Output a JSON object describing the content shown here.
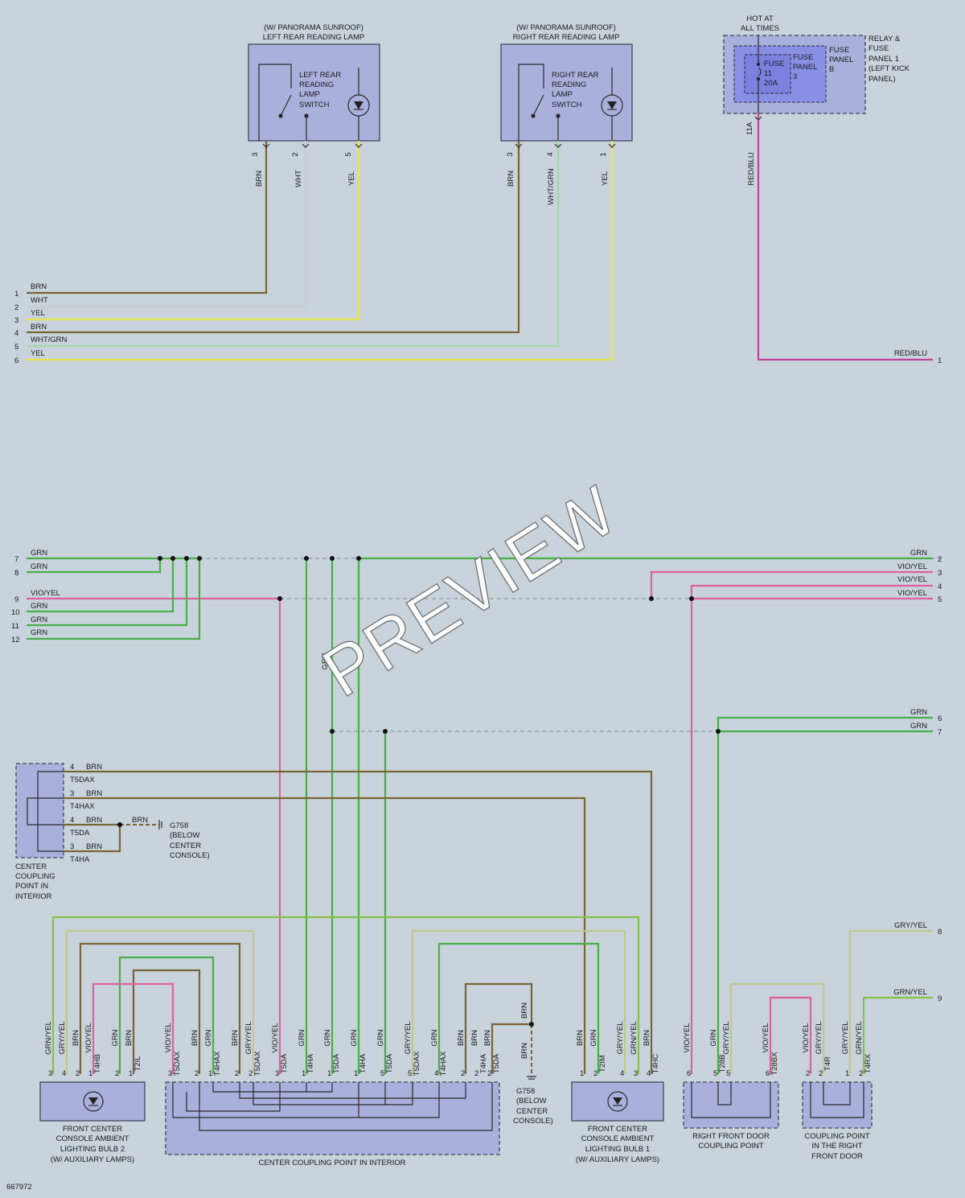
{
  "watermark": "PREVIEW",
  "diagram_id": "667972",
  "components": {
    "left_lamp": {
      "title1": "(W/ PANORAMA SUNROOF)",
      "title2": "LEFT REAR READING LAMP",
      "switch": [
        "LEFT REAR",
        "READING",
        "LAMP",
        "SWITCH"
      ]
    },
    "right_lamp": {
      "title1": "(W/ PANORAMA SUNROOF)",
      "title2": "RIGHT REAR READING LAMP",
      "switch": [
        "RIGHT REAR",
        "READING",
        "LAMP",
        "SWITCH"
      ]
    },
    "hot": [
      "HOT AT",
      "ALL TIMES"
    ],
    "fuse": [
      "FUSE",
      "11",
      "20A"
    ],
    "fuse_panel_b": [
      "FUSE",
      "PANEL",
      "3"
    ],
    "fuse_panel_b2": [
      "FUSE",
      "PANEL",
      "B"
    ],
    "relay_panel": [
      "RELAY &",
      "FUSE",
      "PANEL 1",
      "(LEFT KICK",
      "PANEL)"
    ],
    "center_coupling_left": [
      "CENTER",
      "COUPLING",
      "POINT IN",
      "INTERIOR"
    ],
    "g758_a": [
      "G758",
      "(BELOW",
      "CENTER",
      "CONSOLE)"
    ],
    "g758_b": [
      "G758",
      "(BELOW",
      "CENTER",
      "CONSOLE)"
    ],
    "bulb2": [
      "FRONT CENTER",
      "CONSOLE AMBIENT",
      "LIGHTING BULB 2",
      "(W/ AUXILIARY LAMPS)"
    ],
    "bulb1": [
      "FRONT CENTER",
      "CONSOLE AMBIENT",
      "LIGHTING BULB 1",
      "(W/ AUXILIARY LAMPS)"
    ],
    "center_coupling_bottom": "CENTER COUPLING POINT IN INTERIOR",
    "right_door": [
      "RIGHT FRONT DOOR",
      "COUPLING POINT"
    ],
    "coupling_right_door": [
      "COUPLING POINT",
      "IN THE RIGHT",
      "FRONT DOOR"
    ]
  },
  "labels": {
    "left_pins": [
      "3",
      "2",
      "5"
    ],
    "left_wires": [
      "BRN",
      "WHT",
      "YEL"
    ],
    "right_pins": [
      "3",
      "4",
      "1"
    ],
    "right_wires": [
      "BRN",
      "WHT/GRN",
      "YEL"
    ],
    "fuse_pin": "11A",
    "fuse_wire": "RED/BLU",
    "conn_left_top": [
      {
        "n": "1",
        "w": "BRN"
      },
      {
        "n": "2",
        "w": "WHT"
      },
      {
        "n": "3",
        "w": "YEL"
      },
      {
        "n": "4",
        "w": "BRN"
      },
      {
        "n": "5",
        "w": "WHT/GRN"
      },
      {
        "n": "6",
        "w": "YEL"
      }
    ],
    "conn_right_top": {
      "n": "1",
      "w": "RED/BLU"
    },
    "conn_left_mid": [
      {
        "n": "7",
        "w": "GRN"
      },
      {
        "n": "8",
        "w": "GRN"
      },
      {
        "n": "9",
        "w": "VIO/YEL"
      },
      {
        "n": "10",
        "w": "GRN"
      },
      {
        "n": "11",
        "w": "GRN"
      },
      {
        "n": "12",
        "w": "GRN"
      }
    ],
    "conn_right_mid": [
      {
        "n": "2",
        "w": "GRN"
      },
      {
        "n": "3",
        "w": "VIO/YEL"
      },
      {
        "n": "4",
        "w": "VIO/YEL"
      },
      {
        "n": "5",
        "w": "VIO/YEL"
      },
      {
        "n": "6",
        "w": "GRN"
      },
      {
        "n": "7",
        "w": "GRN"
      },
      {
        "n": "8",
        "w": "GRY/YEL"
      },
      {
        "n": "9",
        "w": "GRN/YEL"
      }
    ],
    "grn_vertical": "GRN",
    "coupling_rows": [
      {
        "pin": "4",
        "w": "BRN",
        "conn": "T5DAX"
      },
      {
        "pin": "3",
        "w": "BRN",
        "conn": "T4HAX"
      },
      {
        "pin": "4",
        "w": "BRN",
        "conn": "T5DA"
      },
      {
        "pin": "3",
        "w": "BRN",
        "conn": "T4HA"
      }
    ],
    "g758_wire": "BRN",
    "bottom_pins": [
      {
        "w": "GRN/YEL",
        "p": "3"
      },
      {
        "w": "GRY/YEL",
        "p": "4"
      },
      {
        "w": "BRN",
        "p": "2"
      },
      {
        "w": "VIO/YEL",
        "p": "1",
        "c": "T4HB"
      },
      {
        "w": "GRN",
        "p": "2"
      },
      {
        "w": "BRN",
        "p": "1",
        "c": "T2IL"
      },
      {
        "w": "VIO/YEL",
        "p": "3",
        "c": "T5DAX"
      },
      {
        "w": "BRN",
        "p": "2"
      },
      {
        "w": "GRN",
        "p": "1",
        "c": "T4HAX"
      },
      {
        "w": "BRN",
        "p": "2"
      },
      {
        "w": "GRY/YEL",
        "p": "2",
        "c": "T5DAX"
      },
      {
        "w": "VIO/YEL",
        "p": "3",
        "c": "T5DA"
      },
      {
        "w": "GRN",
        "p": "1",
        "c": "T4HA"
      },
      {
        "w": "GRN",
        "p": "1",
        "c": "T5DA"
      },
      {
        "w": "GRN",
        "p": "1",
        "c": "T4HA"
      },
      {
        "w": "GRN",
        "p": "5",
        "c": "T5DA"
      },
      {
        "w": "GRY/YEL",
        "p": "5",
        "c": "T5DAX"
      },
      {
        "w": "GRN",
        "p": "4",
        "c": "T4HAX"
      },
      {
        "w": "BRN",
        "p": "2"
      },
      {
        "w": "BRN",
        "p": "2",
        "c": "T4HA"
      },
      {
        "w": "BRN",
        "p": "2",
        "c": "T5DA"
      },
      {
        "w": "BRN",
        "p": "1"
      },
      {
        "w": "GRN",
        "p": "2",
        "c": "T2IM"
      },
      {
        "w": "GRY/YEL",
        "p": "4"
      },
      {
        "w": "GRN/YEL",
        "p": "3"
      },
      {
        "w": "BRN",
        "p": "4",
        "c": "T4HC"
      },
      {
        "w": "VIO/YEL",
        "p": "6"
      },
      {
        "w": "GRN",
        "p": "5",
        "c": "T28B"
      },
      {
        "w": "GRY/YEL",
        "p": "5"
      },
      {
        "w": "VIO/YEL",
        "p": "6",
        "c": "T28BX"
      },
      {
        "w": "VIO/YEL",
        "p": "2"
      },
      {
        "w": "GRY/YEL",
        "p": "2",
        "c": "T4R"
      },
      {
        "w": "GRY/YEL",
        "p": "1"
      },
      {
        "w": "GRN/YEL",
        "p": "2",
        "c": "T4RX"
      }
    ],
    "g758b_wires": [
      "BRN",
      "BRN"
    ]
  }
}
